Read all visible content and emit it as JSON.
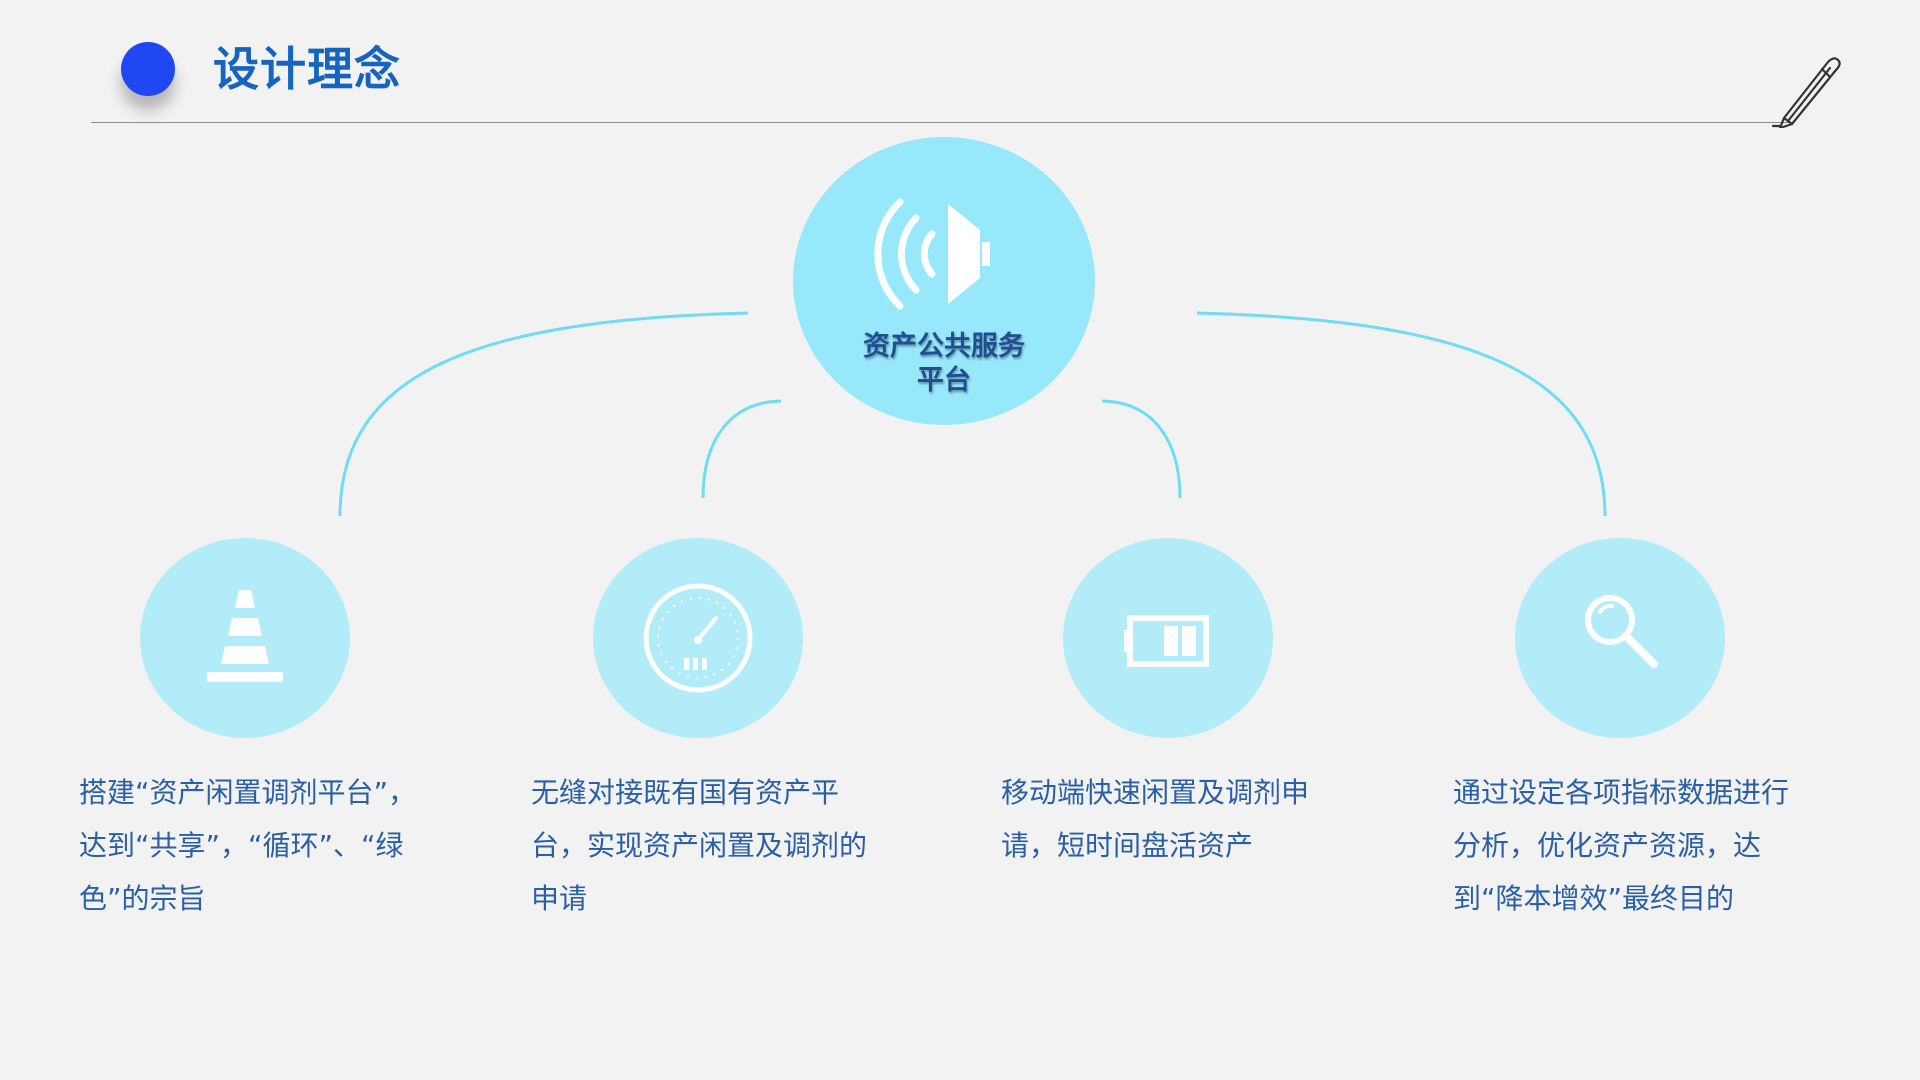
{
  "header": {
    "title": "设计理念"
  },
  "center": {
    "label_line1": "资产公共服务",
    "label_line2": "平台"
  },
  "nodes": [
    {
      "icon": "traffic-cone-icon",
      "text": "搭建“资产闲置调剂平台”，达到“共享”，“循环”、“绿色”的宗旨"
    },
    {
      "icon": "speedometer-icon",
      "text": "无缝对接既有国有资产平台，实现资产闲置及调剂的申请"
    },
    {
      "icon": "battery-icon",
      "text": "移动端快速闲置及调剂申请，短时间盘活资产"
    },
    {
      "icon": "magnifier-icon",
      "text": "通过设定各项指标数据进行分析，优化资产资源，达到“降本增效”最终目的"
    }
  ],
  "colors": {
    "title": "#1565c0",
    "dot": "#1f48f2",
    "center_circle": "#97e8fa",
    "node_circle": "#b1ecf8",
    "connector": "#6fdcf5",
    "body_text": "#2a5fa5"
  }
}
